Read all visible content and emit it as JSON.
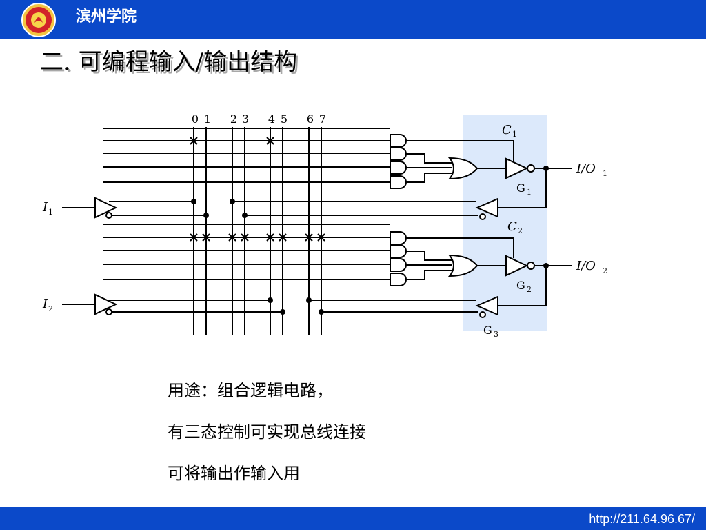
{
  "header": {
    "school_name": "滨州学院",
    "brand_color": "#0b49c9"
  },
  "title": "二. 可编程输入/输出结构",
  "diagram": {
    "column_labels": [
      "0",
      "1",
      "2",
      "3",
      "4",
      "5",
      "6",
      "7"
    ],
    "inputs": [
      {
        "name": "I",
        "sub": "1"
      },
      {
        "name": "I",
        "sub": "2"
      }
    ],
    "outputs": [
      {
        "name": "I/O",
        "sub": "1"
      },
      {
        "name": "I/O",
        "sub": "2"
      }
    ],
    "control_labels": [
      {
        "name": "C",
        "sub": "1"
      },
      {
        "name": "C",
        "sub": "2"
      }
    ],
    "gate_labels": [
      {
        "name": "G",
        "sub": "1"
      },
      {
        "name": "G",
        "sub": "2"
      },
      {
        "name": "G",
        "sub": "3"
      }
    ],
    "highlight_color": "#dce9fb"
  },
  "body_lines": [
    "用途：组合逻辑电路，",
    "有三态控制可实现总线连接",
    "可将输出作输入用"
  ],
  "footer": {
    "url": "http://211.64.96.67/"
  }
}
